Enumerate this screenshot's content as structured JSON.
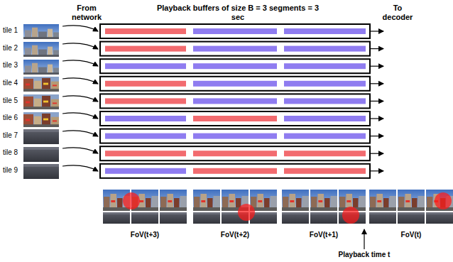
{
  "diagram": {
    "labels": [
      "From network",
      "Playback buffers of size B = 3 segments = 3 sec",
      "To decoder",
      "tile 1",
      "tile 2",
      "tile 3",
      "tile 4",
      "tile 5",
      "tile 6",
      "tile 7",
      "tile 8",
      "tile 9",
      "FoV(t+3)",
      "FoV(t+2)",
      "FoV(t+1)",
      "FoV(t)",
      "Playback time t"
    ]
  }
}
